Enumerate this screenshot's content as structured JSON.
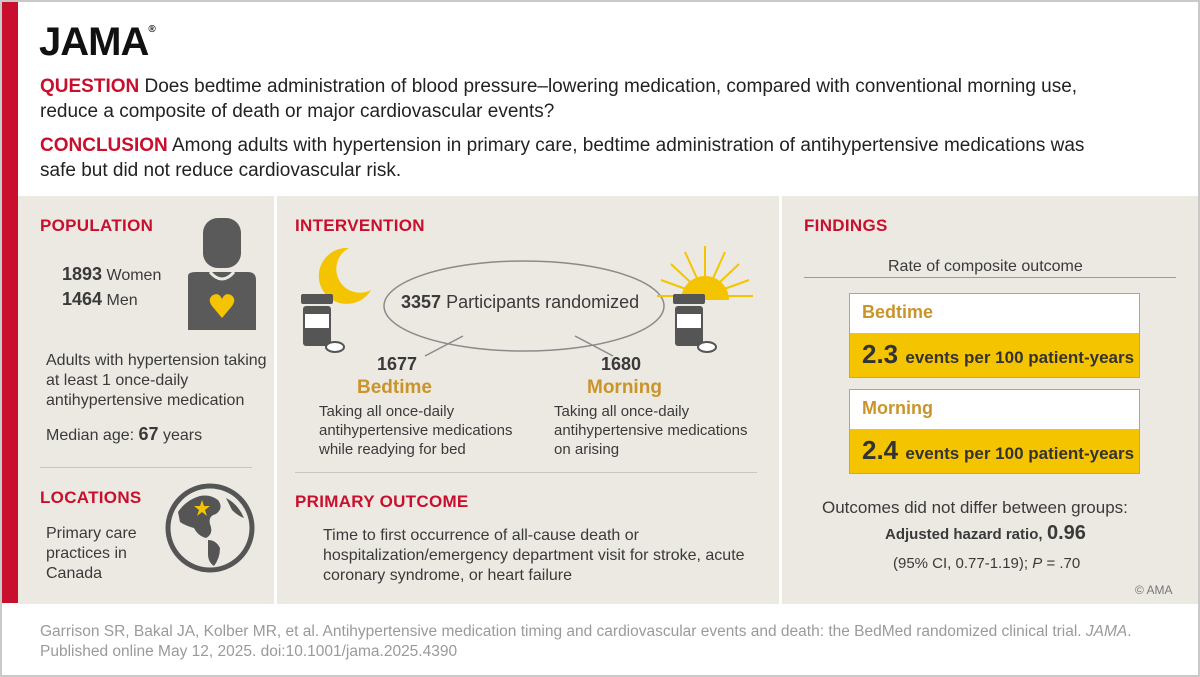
{
  "header": {
    "logo": "JAMA",
    "question_label": "QUESTION",
    "question_text": "Does bedtime administration of blood pressure–lowering medication, compared with conventional morning use, reduce a composite of death or major cardiovascular events?",
    "conclusion_label": "CONCLUSION",
    "conclusion_text": "Among adults with hypertension in primary care, bedtime administration of antihypertensive medications was safe but did not reduce cardiovascular risk."
  },
  "population": {
    "title": "POPULATION",
    "women_count": "1893",
    "women_label": "Women",
    "men_count": "1464",
    "men_label": "Men",
    "description": "Adults with hypertension taking at least 1 once-daily antihypertensive medication",
    "median_age_label": "Median age:",
    "median_age_value": "67",
    "median_age_unit": "years"
  },
  "locations": {
    "title": "LOCATIONS",
    "text": "Primary care practices in Canada"
  },
  "intervention": {
    "title": "INTERVENTION",
    "randomized_count": "3357",
    "randomized_label": "Participants randomized",
    "bedtime_count": "1677",
    "bedtime_label": "Bedtime",
    "bedtime_desc": "Taking all once-daily antihypertensive medications while readying for bed",
    "morning_count": "1680",
    "morning_label": "Morning",
    "morning_desc": "Taking all once-daily antihypertensive medications on arising"
  },
  "primary_outcome": {
    "title": "PRIMARY OUTCOME",
    "text": "Time to first occurrence of all-cause death or hospitalization/emergency department visit for stroke, acute coronary syndrome, or heart failure"
  },
  "findings": {
    "title": "FINDINGS",
    "subtitle": "Rate of composite outcome",
    "bedtime_label": "Bedtime",
    "bedtime_value": "2.3",
    "morning_label": "Morning",
    "morning_value": "2.4",
    "unit": "events per 100 patient-years",
    "summary": "Outcomes did not differ between groups:",
    "hr_label": "Adjusted hazard ratio,",
    "hr_value": "0.96",
    "ci_text": "(95% CI, 0.77-1.19);",
    "p_label": "P",
    "p_value": "= .70",
    "copyright": "© AMA"
  },
  "footer": {
    "authors": "Garrison SR, Bakal JA, Kolber MR, et al. Antihypertensive medication timing and cardiovascular events and death: the BedMed randomized clinical trial.",
    "journal": "JAMA",
    "published": "Published online May 12, 2025. doi:10.1001/jama.2025.4390"
  },
  "colors": {
    "brand_red": "#c8102e",
    "gold": "#c9952a",
    "highlight_yellow": "#f5c400",
    "panel_bg": "#ebe9e2"
  }
}
